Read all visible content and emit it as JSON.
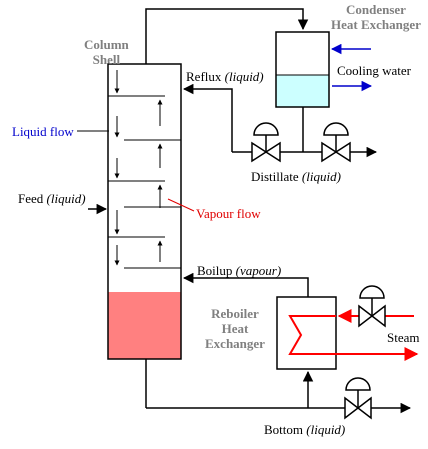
{
  "labels": {
    "condenser": "Condenser",
    "condenser_sub": "Heat Exchanger",
    "column": "Column",
    "column_sub": "Shell",
    "reflux": "Reflux",
    "reflux_note": "(liquid)",
    "cooling_water": "Cooling water",
    "liquid_flow": "Liquid flow",
    "distillate": "Distillate",
    "distillate_note": "(liquid)",
    "feed": "Feed",
    "feed_note": "(liquid)",
    "vapour_flow": "Vapour flow",
    "boilup": "Boilup",
    "boilup_note": "(vapour)",
    "reboiler": "Reboiler",
    "reboiler_sub1": "Heat",
    "reboiler_sub2": "Exchanger",
    "steam": "Steam",
    "bottom": "Bottom",
    "bottom_note": "(liquid)"
  },
  "colors": {
    "condenser_liquid": "#ccffff",
    "reboiler_liquid": "#ff8080",
    "steam_line": "#ff0000",
    "cooling_line": "#0000cc",
    "label_gray": "#808080"
  }
}
